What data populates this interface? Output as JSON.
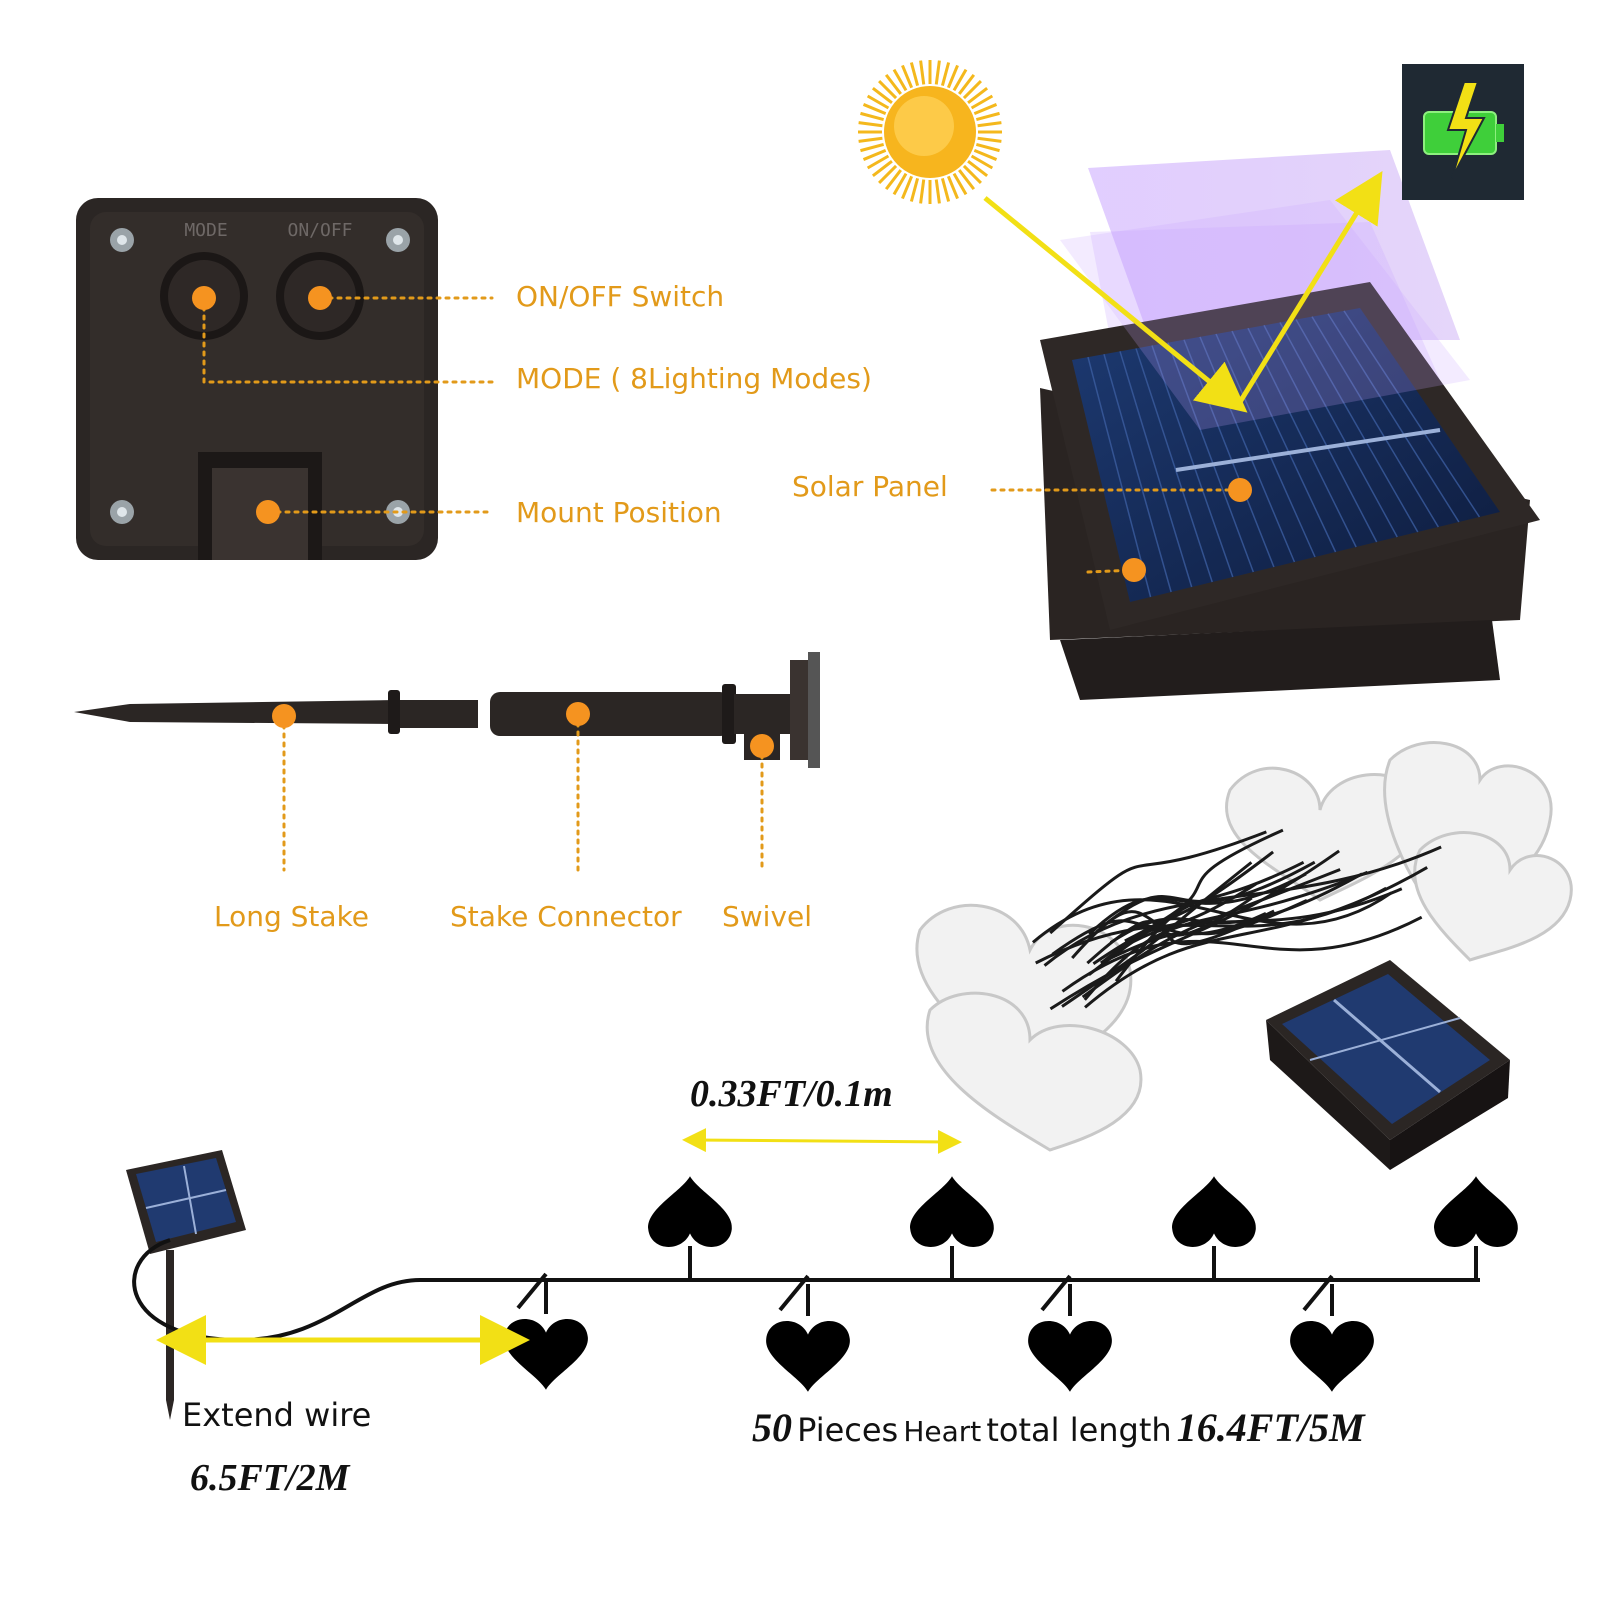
{
  "controller": {
    "mode_button_text": "MODE",
    "onoff_button_text": "ON/OFF",
    "labels": {
      "onoff_switch": "ON/OFF Switch",
      "mode": "MODE ( 8Lighting Modes)",
      "mount_position": "Mount Position"
    }
  },
  "solar": {
    "label": "Solar Panel"
  },
  "stake": {
    "labels": {
      "long_stake": "Long Stake",
      "stake_connector": "Stake Connector",
      "swivel": "Swivel"
    }
  },
  "string": {
    "spacing": "0.33FT/0.1m",
    "extend_wire_label": "Extend wire",
    "extend_wire_length": "6.5FT/2M",
    "count": "50",
    "pieces_text": "Pieces",
    "heart_text": "Heart",
    "total_length_text": "total length",
    "total_length_value": "16.4FT/5M"
  },
  "colors": {
    "accent": "#e29a1a",
    "dot": "#f59320",
    "arrow": "#f2e015",
    "device": "#2b2624",
    "battery_green": "#3fcf3a"
  },
  "icons": [
    "sun-icon",
    "battery-charging-icon",
    "heart-icon",
    "solar-panel-icon"
  ]
}
